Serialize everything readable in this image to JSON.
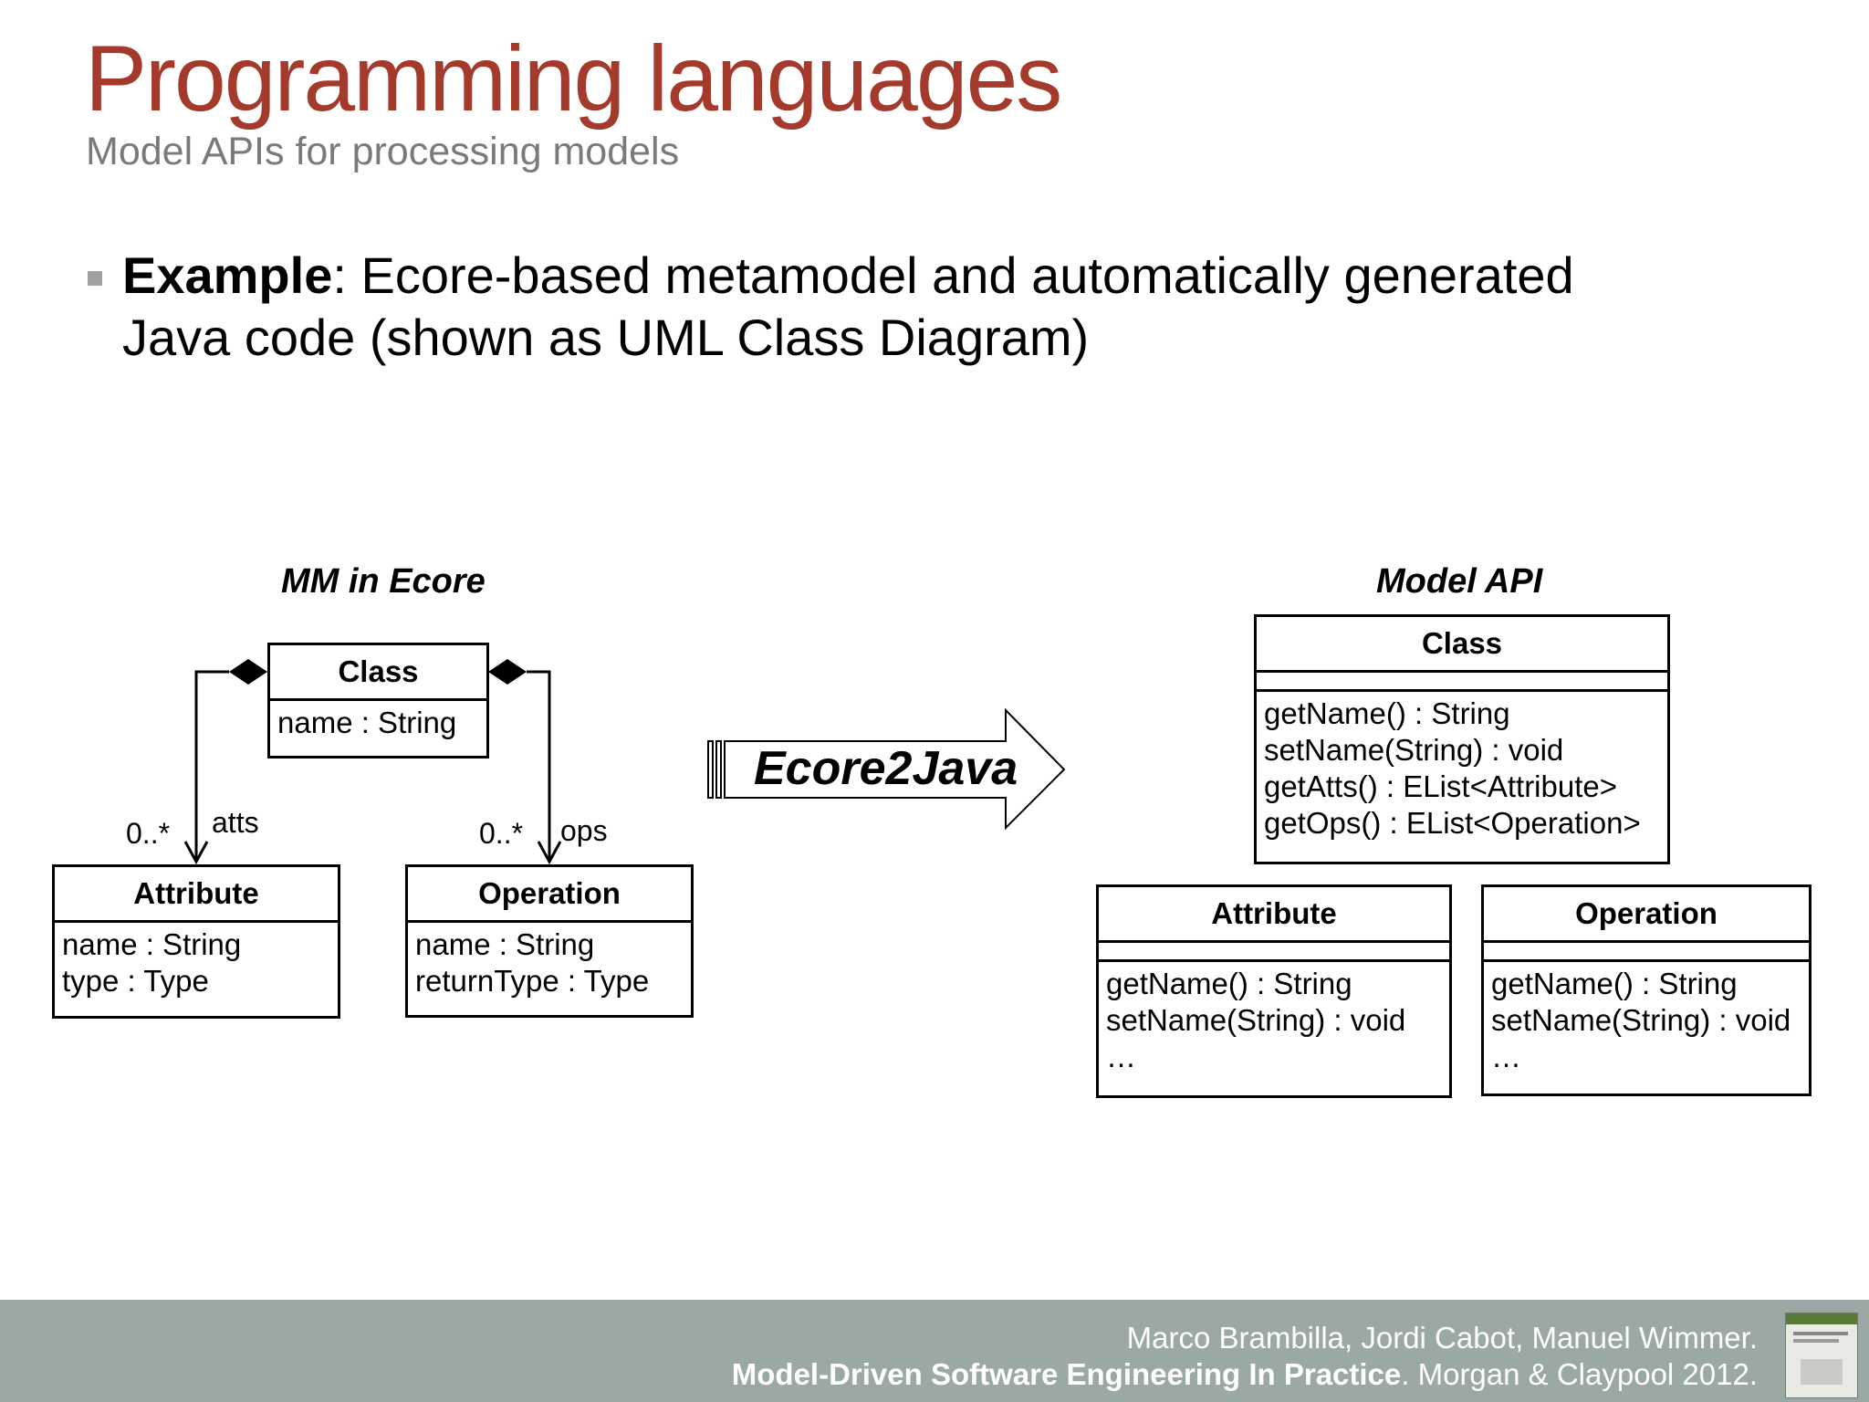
{
  "slide": {
    "title": "Programming languages",
    "subtitle": "Model APIs for processing models",
    "bullet": {
      "lead": "Example",
      "text": ": Ecore-based metamodel and automatically generated",
      "text2": "Java code (shown as UML Class Diagram)"
    }
  },
  "left_diagram": {
    "label": "MM in Ecore",
    "class": {
      "name": "Class",
      "attributes": [
        "name : String"
      ]
    },
    "attribute": {
      "name": "Attribute",
      "attributes": [
        "name : String",
        "type : Type"
      ]
    },
    "operation": {
      "name": "Operation",
      "attributes": [
        "name : String",
        "returnType : Type"
      ]
    },
    "assoc_atts": {
      "role": "atts",
      "multiplicity": "0..*"
    },
    "assoc_ops": {
      "role": "ops",
      "multiplicity": "0..*"
    }
  },
  "transformation": {
    "label": "Ecore2Java"
  },
  "right_diagram": {
    "label": "Model API",
    "class": {
      "name": "Class",
      "operations": [
        "getName() : String",
        "setName(String) : void",
        "getAtts() : EList<Attribute>",
        "getOps() : EList<Operation>"
      ]
    },
    "attribute": {
      "name": "Attribute",
      "operations": [
        "getName() : String",
        "setName(String) : void",
        "…"
      ]
    },
    "operation": {
      "name": "Operation",
      "operations": [
        "getName() : String",
        "setName(String) : void",
        "…"
      ]
    }
  },
  "footer": {
    "authors": "Marco Brambilla, Jordi Cabot, Manuel Wimmer.",
    "book_title": "Model-Driven Software Engineering In Practice",
    "publisher": ". Morgan & Claypool 2012."
  },
  "colors": {
    "title": "#a33a2c",
    "subtitle": "#7a7a7a",
    "footer_bg": "#9aa9a5"
  }
}
